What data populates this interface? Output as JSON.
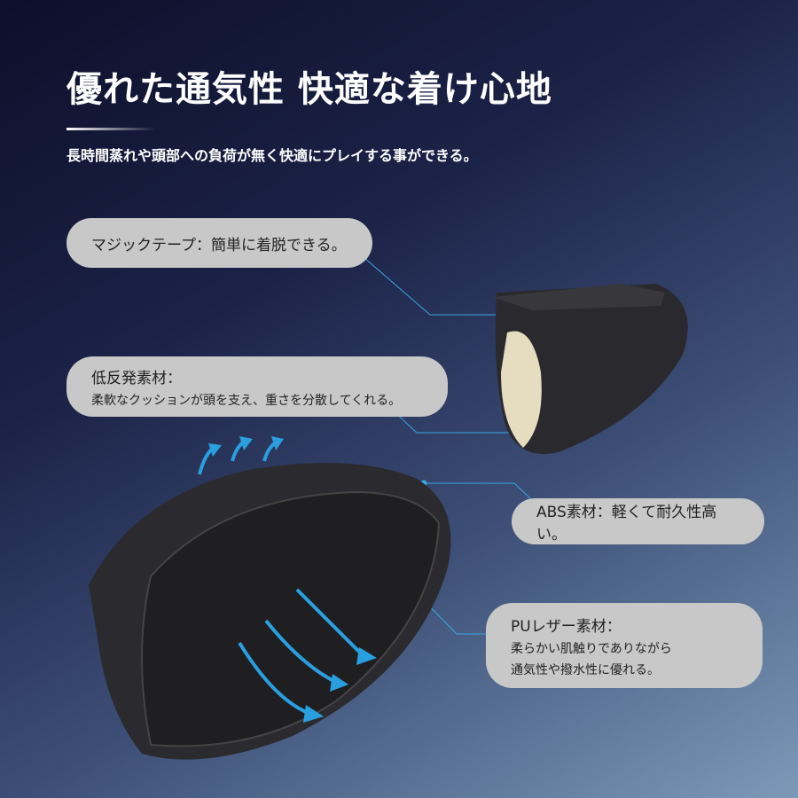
{
  "title": "優れた通気性 快適な着け心地",
  "subtitle": "長時間蒸れや頭部への負荷が無く快適にプレイする事ができる。",
  "callouts": [
    {
      "heading": "マジックテープ：簡単に着脱できる。"
    },
    {
      "heading": "低反発素材：",
      "desc": "柔軟なクッションが頭を支え、重さを分散してくれる。"
    },
    {
      "heading": "ABS素材：軽くて耐久性高い。"
    },
    {
      "heading": "PUレザー素材：",
      "desc1": "柔らかい肌触りでありながら",
      "desc2": "通気性や撥水性に優れる。"
    }
  ],
  "colors": {
    "accent": "#2a9fe0",
    "pill": "#c8c8c8"
  }
}
